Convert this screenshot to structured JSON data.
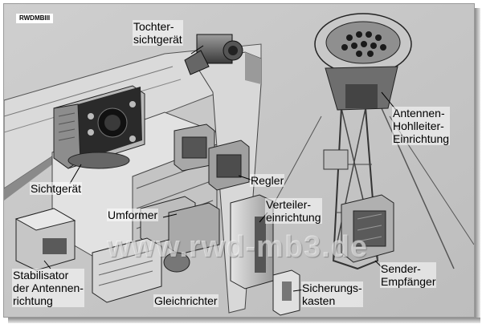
{
  "logo": "RWDMBIII",
  "watermark": "www.rwd-mb3.de",
  "labels": {
    "tochter": [
      "Tochter-",
      "sichtgerät"
    ],
    "antennen_hohlleiter": [
      "Antennen-",
      "Hohlleiter-",
      "Einrichtung"
    ],
    "sichtgeraet": "Sichtgerät",
    "regler": "Regler",
    "verteiler": [
      "Verteiler-",
      "einrichtung"
    ],
    "umformer": "Umformer",
    "stabilisator": [
      "Stabilisator",
      "der Antennen-",
      "richtung"
    ],
    "gleichrichter": "Gleichrichter",
    "sicherungs": [
      "Sicherungs-",
      "kasten"
    ],
    "sender": [
      "Sender-",
      "Empfänger"
    ]
  },
  "colors": {
    "background": "#d2d2d2",
    "ink": "#000000"
  }
}
